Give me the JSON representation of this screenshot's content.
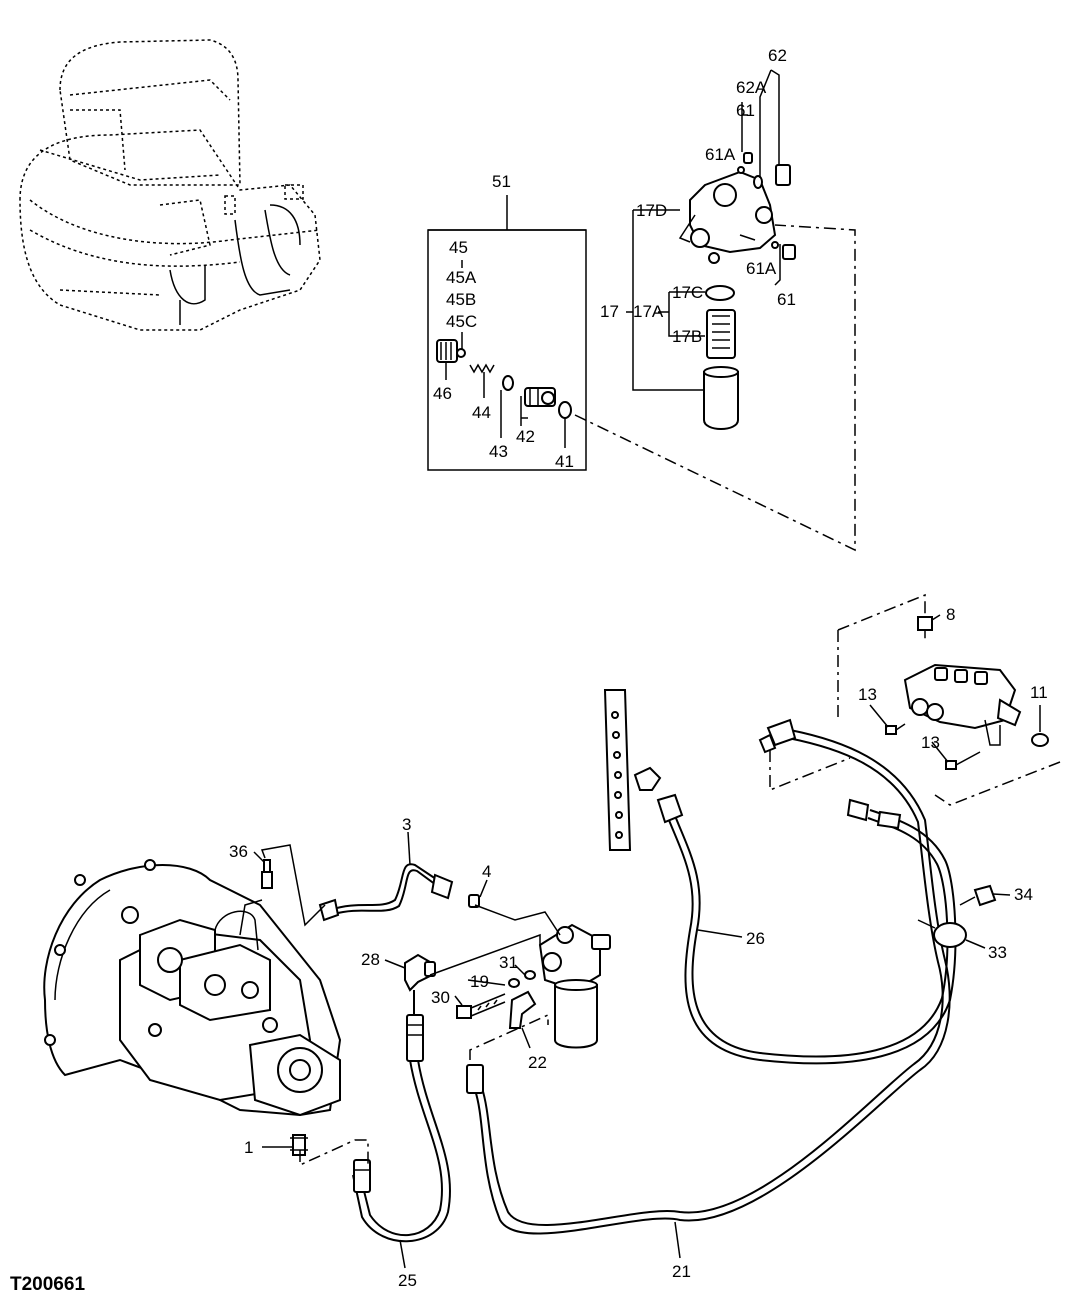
{
  "figure_id": "T200661",
  "labels": {
    "l1": "1",
    "l3": "3",
    "l4": "4",
    "l8": "8",
    "l11": "11",
    "l13a": "13",
    "l13b": "13",
    "l17": "17",
    "l17a": "17A",
    "l17b": "17B",
    "l17c": "17C",
    "l17d": "17D",
    "l19": "19",
    "l21": "21",
    "l22": "22",
    "l25": "25",
    "l26": "26",
    "l28": "28",
    "l30": "30",
    "l31": "31",
    "l33": "33",
    "l34": "34",
    "l36": "36",
    "l41": "41",
    "l42": "42",
    "l43": "43",
    "l44": "44",
    "l45": "45",
    "l45a": "45A",
    "l45b": "45B",
    "l45c": "45C",
    "l46": "46",
    "l51": "51",
    "l61a": "61",
    "l61b": "61",
    "l61a_a": "61A",
    "l61a_b": "61A",
    "l62": "62",
    "l62a": "62A"
  }
}
